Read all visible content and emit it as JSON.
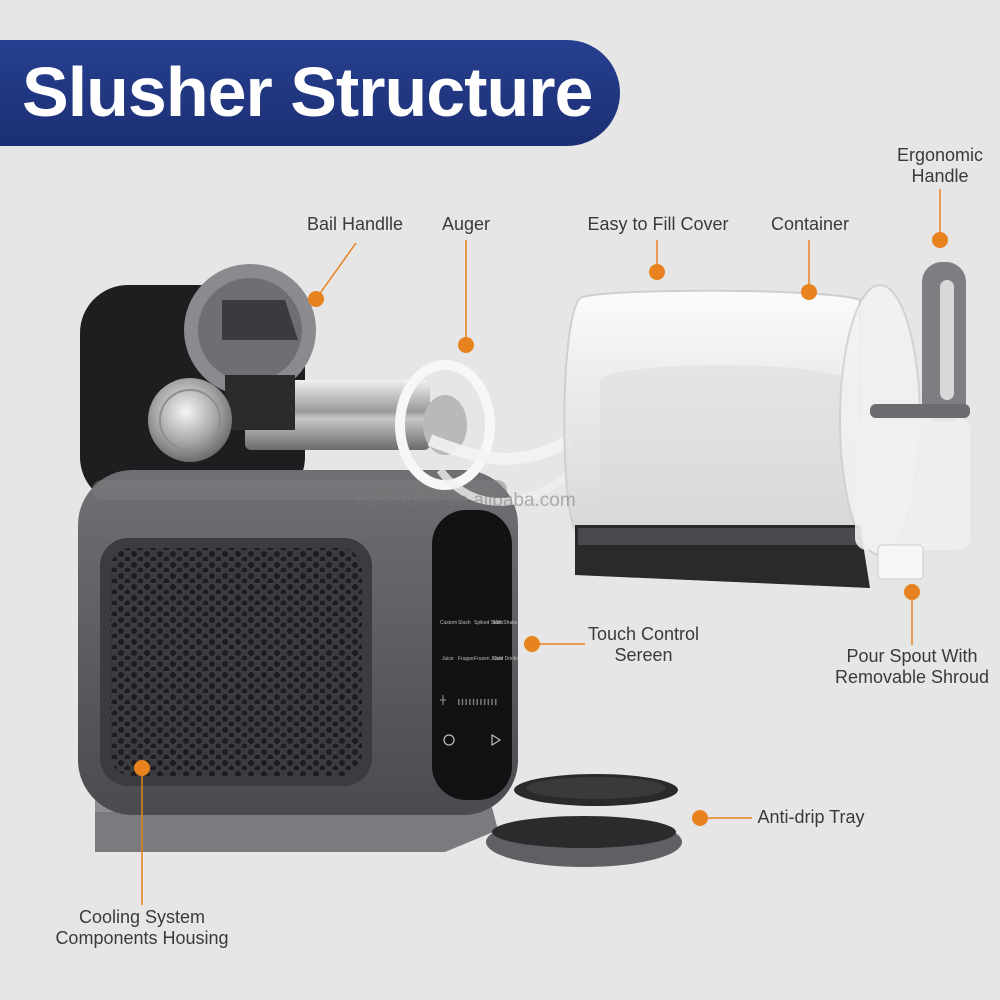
{
  "title": "Slusher Structure",
  "watermark": "vankoolhk.en.alibaba.com",
  "colors": {
    "banner": "#1f3480",
    "title_text": "#ffffff",
    "callout_dot": "#e8821e",
    "callout_line": "#e8821e",
    "background": "#e6e6e6"
  },
  "callouts": [
    {
      "id": "bail-handle",
      "lines": [
        "Bail Handlle"
      ]
    },
    {
      "id": "auger",
      "lines": [
        "Auger"
      ]
    },
    {
      "id": "easy-fill-cover",
      "lines": [
        "Easy to Fill Cover"
      ]
    },
    {
      "id": "container",
      "lines": [
        "Container"
      ]
    },
    {
      "id": "ergonomic-handle",
      "lines": [
        "Ergonomic",
        "Handle"
      ]
    },
    {
      "id": "touch-control",
      "lines": [
        "Touch Control",
        "Sereen"
      ]
    },
    {
      "id": "pour-spout",
      "lines": [
        "Pour Spout With",
        "Removable Shroud"
      ]
    },
    {
      "id": "anti-drip-tray",
      "lines": [
        "Anti-drip Tray"
      ]
    },
    {
      "id": "cooling-housing",
      "lines": [
        "Cooling System",
        "Components Housing"
      ]
    }
  ],
  "control_panel": {
    "row1": [
      "Custom",
      "Slush",
      "Spiked Slush",
      "Milk Shake"
    ],
    "row2": [
      "Juice",
      "Frappe",
      "Frozen Juice",
      "Cold Drinks"
    ]
  }
}
